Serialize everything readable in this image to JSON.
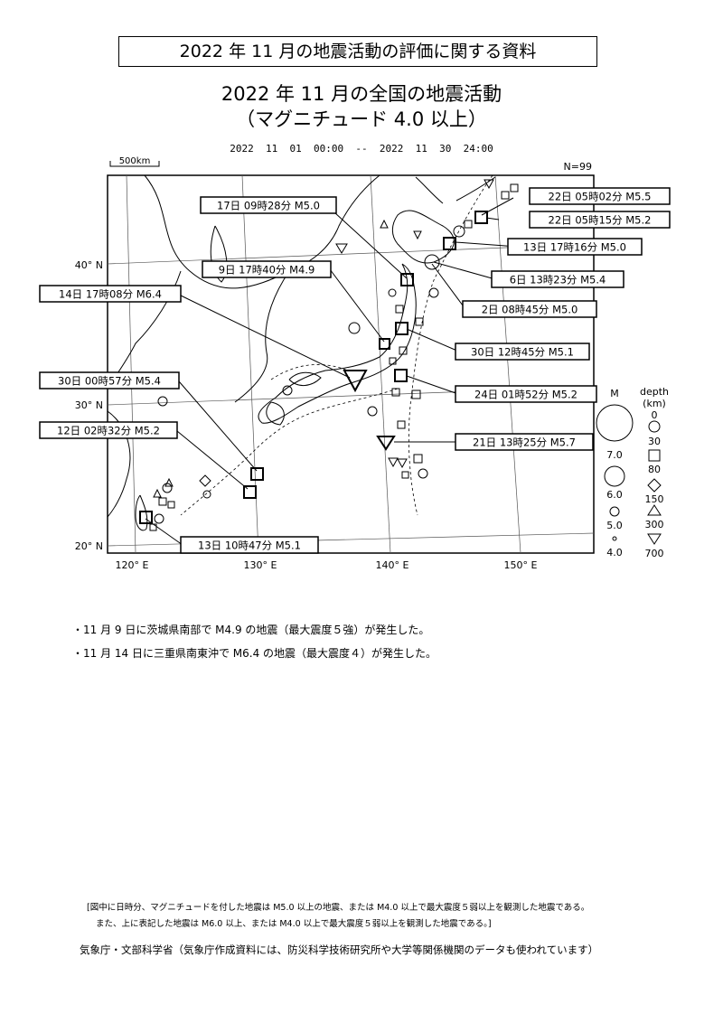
{
  "document": {
    "box_title": "2022 年 11 月の地震活動の評価に関する資料",
    "map_title_line1": "2022 年 11 月の全国の地震活動",
    "map_title_line2": "（マグニチュード 4.0 以上）",
    "period": "2022  11  01  00:00  --  2022  11  30  24:00",
    "count": "N=99",
    "scale_label": "500km",
    "bullets": [
      "・11 月 9 日に茨城県南部で M4.9 の地震（最大震度５強）が発生した。",
      "・11 月 14 日に三重県南東沖で M6.4 の地震（最大震度４）が発生した。"
    ],
    "note_line1": "[図中に日時分、マグニチュードを付した地震は M5.0 以上の地震、または M4.0 以上で最大震度５弱以上を観測した地震である。",
    "note_line2": "また、上に表記した地震は M6.0 以上、または M4.0 以上で最大震度５弱以上を観測した地震である。]",
    "credit": "気象庁・文部科学省（気象庁作成資料には、防災科学技術研究所や大学等関係機関のデータも使われています）"
  },
  "map": {
    "lat_labels": [
      "40° N",
      "30° N",
      "20° N"
    ],
    "lon_labels": [
      "120° E",
      "130° E",
      "140° E",
      "150° E"
    ],
    "legend": {
      "mag_header": "M",
      "mag_labels": [
        "7.0",
        "6.0",
        "5.0",
        "4.0"
      ],
      "depth_header": "depth",
      "depth_unit": "(km)",
      "depth_labels": [
        "0",
        "30",
        "80",
        "150",
        "300",
        "700"
      ]
    },
    "labels": [
      "17日 09時28分 M5.0",
      "22日 05時02分 M5.5",
      "22日 05時15分 M5.2",
      "13日 17時16分 M5.0",
      "6日 13時23分 M5.4",
      "9日 17時40分 M4.9",
      "14日 17時08分 M6.4",
      "2日 08時45分 M5.0",
      "30日 12時45分 M5.1",
      "30日 00時57分 M5.4",
      "24日 01時52分 M5.2",
      "12日 02時32分 M5.2",
      "21日 13時25分 M5.7",
      "13日 10時47分 M5.1"
    ]
  }
}
